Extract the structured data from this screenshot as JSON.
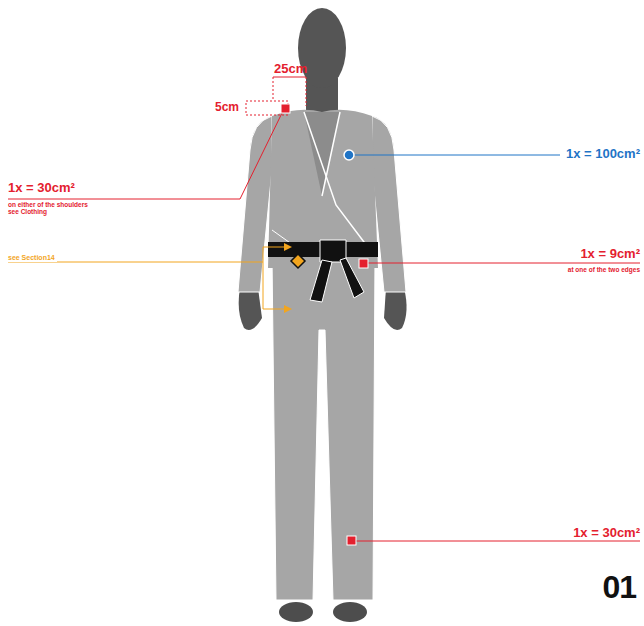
{
  "diagram": {
    "labels": [
      "25cm",
      "5cm",
      "1x = 30cm²",
      "on either of the shoulders see Clothing",
      "1x = 100cm²",
      "see Section14",
      "1x = 9cm²",
      "at one of the two edges",
      "1x = 30cm²",
      "01"
    ]
  }
}
